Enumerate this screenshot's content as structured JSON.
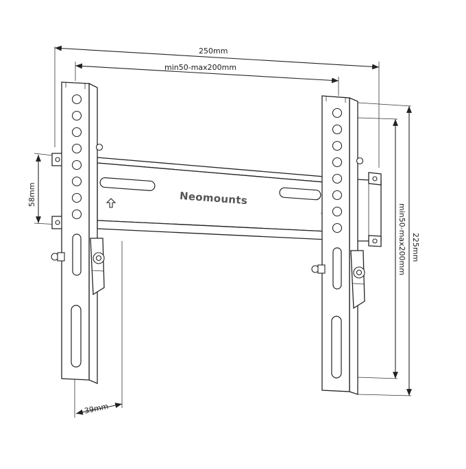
{
  "dimensions": {
    "overall_width": "250mm",
    "inner_width": "min50-max200mm",
    "rail_height": "58mm",
    "overall_height": "225mm",
    "inner_height": "min50-max200mm",
    "depth": "39mm"
  },
  "brand": {
    "logo_text": "Neomounts"
  },
  "icons": {
    "arrow": "up-arrow-icon"
  },
  "colors": {
    "line": "#222222",
    "background": "#ffffff",
    "logo": "#555555"
  }
}
